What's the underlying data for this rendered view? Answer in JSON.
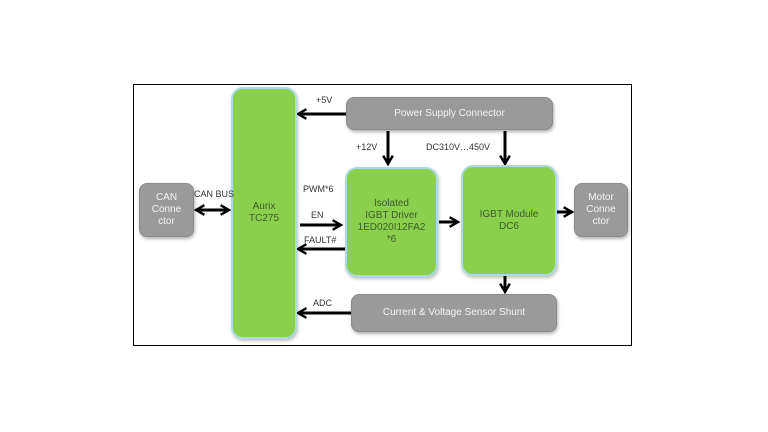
{
  "blocks": {
    "mcu": [
      "Aurix",
      "TC275"
    ],
    "can": [
      "CAN",
      "Conne",
      "ctor"
    ],
    "psu": [
      "Power Supply Connector"
    ],
    "driver": [
      "Isolated",
      "IGBT Driver",
      "1ED020I12FA2",
      "*6"
    ],
    "igbt": [
      "IGBT Module",
      "DC6"
    ],
    "motor": [
      "Motor",
      "Conne",
      "ctor"
    ],
    "sensor": [
      "Current & Voltage Sensor Shunt"
    ]
  },
  "labels": {
    "can_bus": "CAN BUS",
    "v5": "+5V",
    "v12": "+12V",
    "dc": "DC310V…450V",
    "pwm": "PWM*6",
    "en": "EN",
    "fault": "FAULT#",
    "adc": "ADC"
  },
  "colors": {
    "green_block": "#8bd04c",
    "green_border": "#a9dce0",
    "gray_block": "#9a9a9a",
    "arrow": "#000000"
  }
}
